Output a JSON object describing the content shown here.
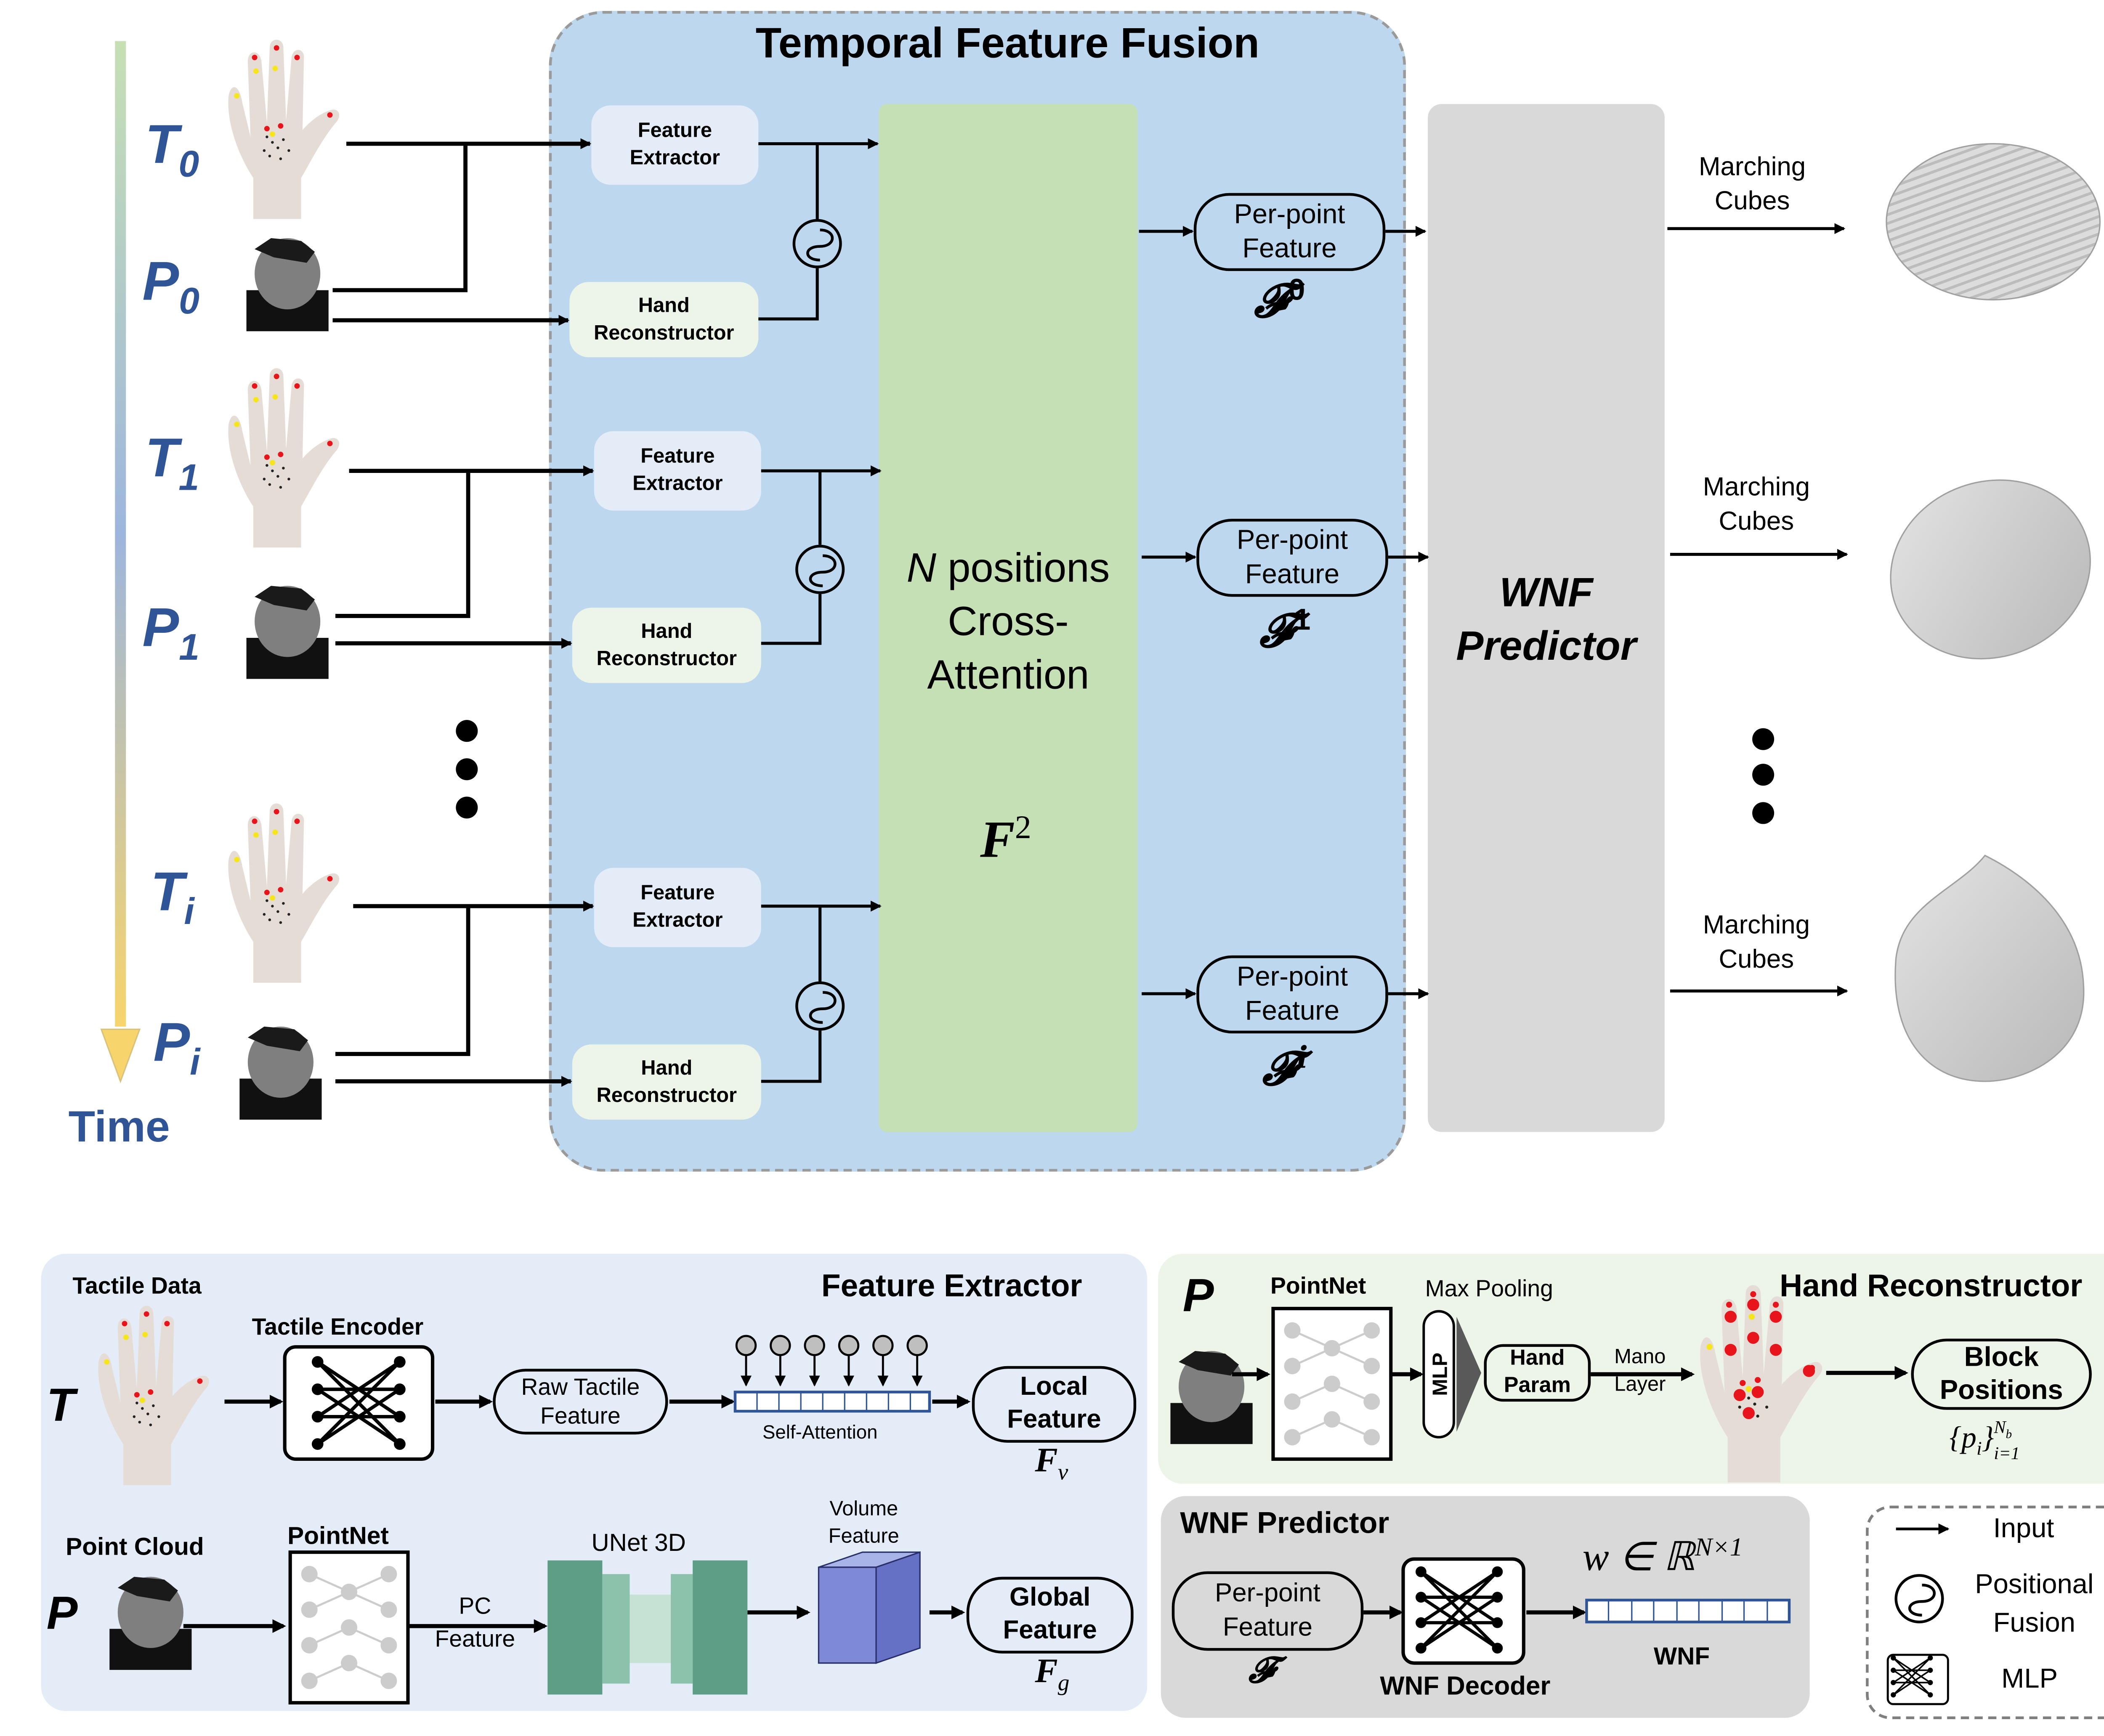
{
  "time_axis": {
    "label": "Time",
    "inputs": [
      {
        "tactile": "T",
        "tactile_sub": "0",
        "cloud": "P",
        "cloud_sub": "0"
      },
      {
        "tactile": "T",
        "tactile_sub": "1",
        "cloud": "P",
        "cloud_sub": "1"
      },
      {
        "tactile": "T",
        "tactile_sub": "i",
        "cloud": "P",
        "cloud_sub": "i"
      }
    ]
  },
  "temporal_fusion": {
    "title": "Temporal Feature Fusion",
    "feature_extractor_label": [
      "Feature",
      "Extractor"
    ],
    "hand_reconstructor_label": [
      "Hand",
      "Reconstructor"
    ],
    "cross_attention": {
      "n": "N",
      "line1": " positions",
      "line2": "Cross-",
      "line3": "Attention",
      "symbol": "F",
      "symbol_sup": "2"
    },
    "per_point": [
      {
        "line1": "Per-point",
        "line2": "Feature",
        "symbol": "𝓕",
        "sup": "0"
      },
      {
        "line1": "Per-point",
        "line2": "Feature",
        "symbol": "𝓕",
        "sup": "1"
      },
      {
        "line1": "Per-point",
        "line2": "Feature",
        "symbol": "𝓕",
        "sup": "i"
      }
    ]
  },
  "wnf_predictor": {
    "line1": "WNF",
    "line2": "Predictor"
  },
  "marching_cubes": {
    "line1": "Marching",
    "line2": "Cubes"
  },
  "feature_extractor_panel": {
    "title": "Feature Extractor",
    "tactile_data": "Tactile Data",
    "t_symbol": "T",
    "tactile_encoder": "Tactile Encoder",
    "raw_tactile": [
      "Raw Tactile",
      "Feature"
    ],
    "self_attention": "Self-Attention",
    "local_feature": [
      "Local",
      "Feature"
    ],
    "local_symbol": "F",
    "local_sub": "v",
    "point_cloud": "Point Cloud",
    "p_symbol": "P",
    "pointnet": "PointNet",
    "pc_feature": [
      "PC",
      "Feature"
    ],
    "unet": "UNet 3D",
    "volume_feature": [
      "Volume",
      "Feature"
    ],
    "global_feature": [
      "Global",
      "Feature"
    ],
    "global_symbol": "F",
    "global_sub": "g"
  },
  "hand_reconstructor_panel": {
    "title": "Hand Reconstructor",
    "p_symbol": "P",
    "pointnet": "PointNet",
    "max_pooling": "Max Pooling",
    "mlp": "MLP",
    "hand_param": [
      "Hand",
      "Param"
    ],
    "mano_layer": [
      "Mano",
      "Layer"
    ],
    "block_positions": [
      "Block",
      "Positions"
    ],
    "formula": "{p",
    "formula_sub": "i",
    "formula_close": "}",
    "formula_upper": "N",
    "formula_upper_sub": "b",
    "formula_lower": "i=1"
  },
  "wnf_panel": {
    "title": "WNF Predictor",
    "per_point": [
      "Per-point",
      "Feature"
    ],
    "f_symbol": "𝓕",
    "decoder": "WNF Decoder",
    "formula": "w ∈ ℝ",
    "formula_sup": "N×1",
    "wnf": "WNF"
  },
  "legend": {
    "input": "Input",
    "positional_fusion": [
      "Positional",
      "Fusion"
    ],
    "mlp": "MLP"
  },
  "colors": {
    "time_label": "#2f5597",
    "tff_bg": "#bdd7ee",
    "cross_attention_bg": "#c5e0b4",
    "wnf_bg": "#d9d9d9",
    "fe_bg": "#e4ecf7",
    "hr_bg": "#edf4e8",
    "vector_border": "#2f5597"
  }
}
